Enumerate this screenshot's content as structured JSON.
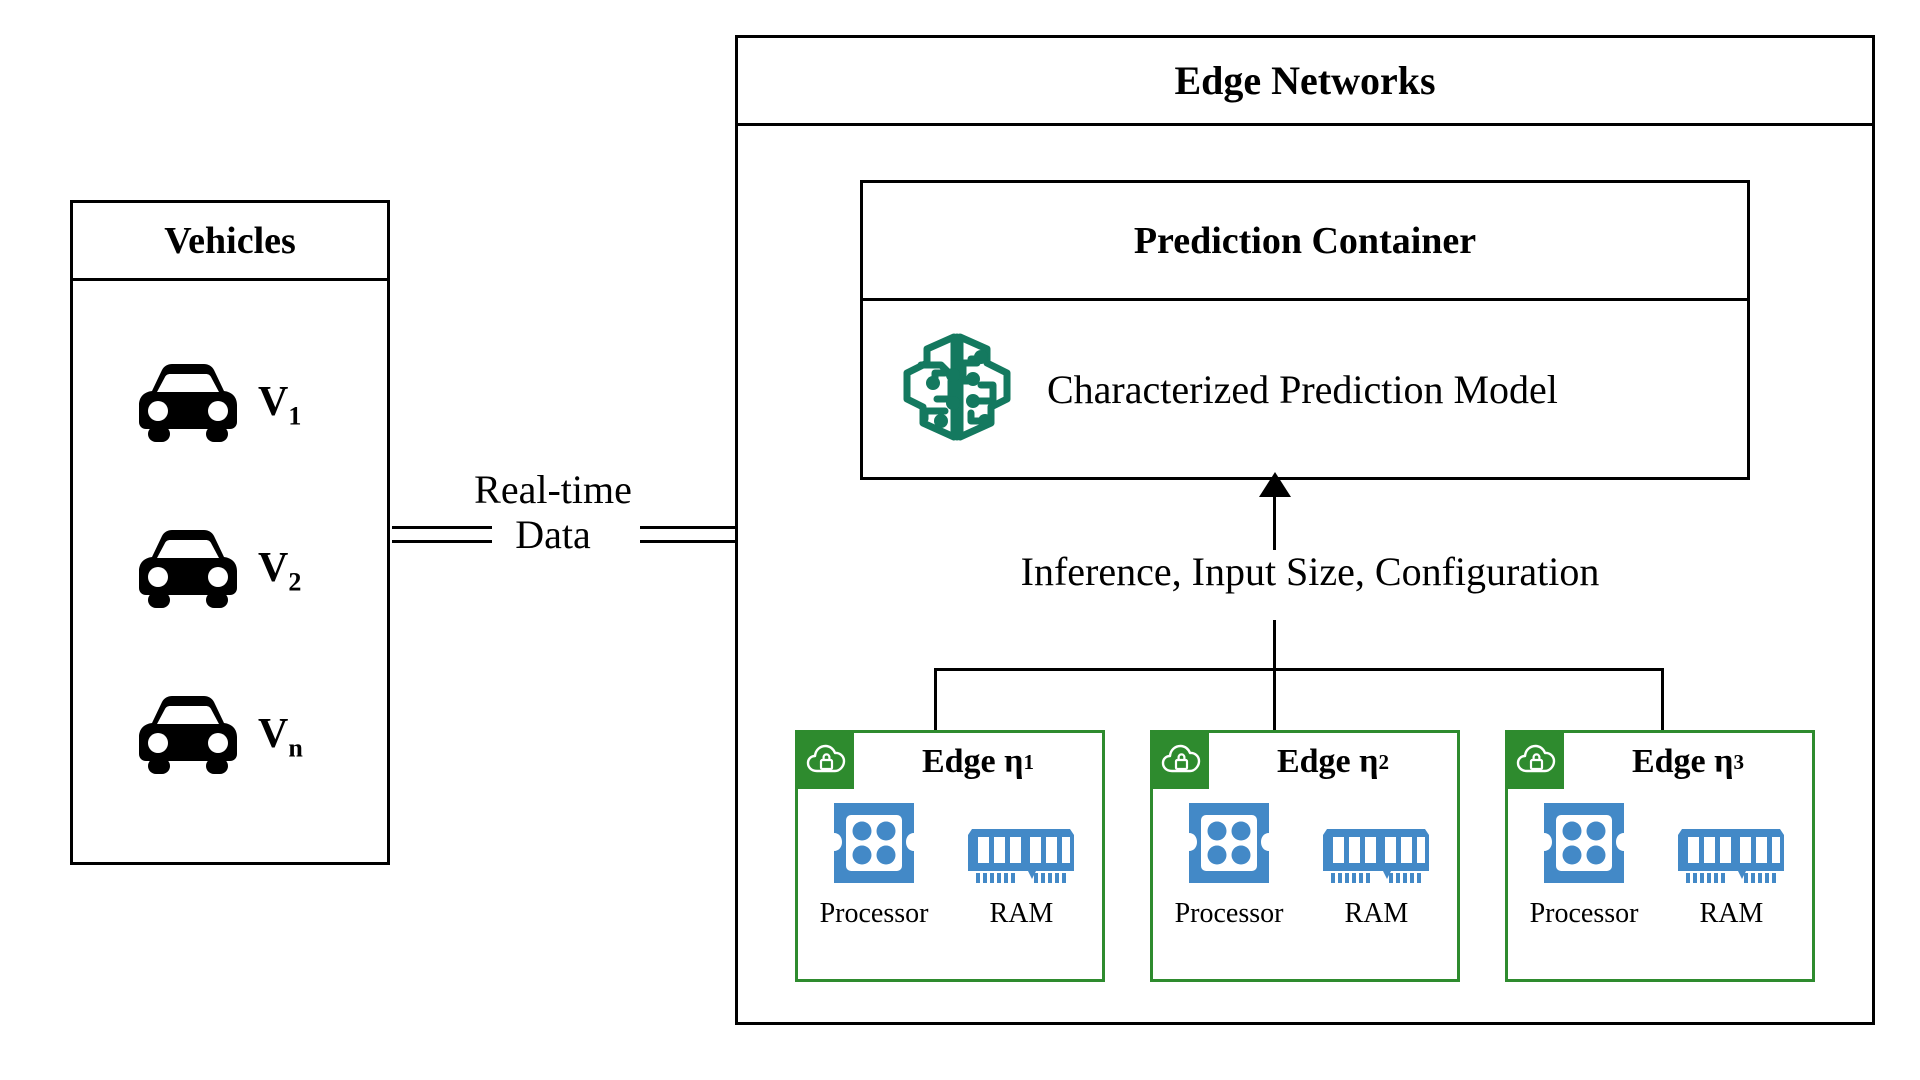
{
  "colors": {
    "stroke": "#000000",
    "edge_green": "#2E8B2E",
    "hardware_blue": "#4389C7",
    "brain_teal": "#14795F",
    "background": "#FFFFFF"
  },
  "vehicles_panel": {
    "title": "Vehicles",
    "items": [
      {
        "icon": "car-icon",
        "label": "V",
        "sub": "1"
      },
      {
        "icon": "car-icon",
        "label": "V",
        "sub": "2"
      },
      {
        "icon": "car-icon",
        "label": "V",
        "sub": "n"
      }
    ]
  },
  "connectors": {
    "realtime": {
      "line1": "Real-time",
      "line2": "Data"
    },
    "inference": "Inference, Input Size, Configuration"
  },
  "edge_networks": {
    "title": "Edge Networks",
    "prediction_container": {
      "title": "Prediction Container",
      "model_icon": "circuit-brain-icon",
      "model_label": "Characterized Prediction Model"
    },
    "nodes": [
      {
        "badge_icon": "cloud-lock-icon",
        "title": "Edge η",
        "sub": "1",
        "hardware": [
          {
            "icon": "processor-icon",
            "label": "Processor"
          },
          {
            "icon": "ram-icon",
            "label": "RAM"
          }
        ]
      },
      {
        "badge_icon": "cloud-lock-icon",
        "title": "Edge η",
        "sub": "2",
        "hardware": [
          {
            "icon": "processor-icon",
            "label": "Processor"
          },
          {
            "icon": "ram-icon",
            "label": "RAM"
          }
        ]
      },
      {
        "badge_icon": "cloud-lock-icon",
        "title": "Edge η",
        "sub": "3",
        "hardware": [
          {
            "icon": "processor-icon",
            "label": "Processor"
          },
          {
            "icon": "ram-icon",
            "label": "RAM"
          }
        ]
      }
    ]
  }
}
